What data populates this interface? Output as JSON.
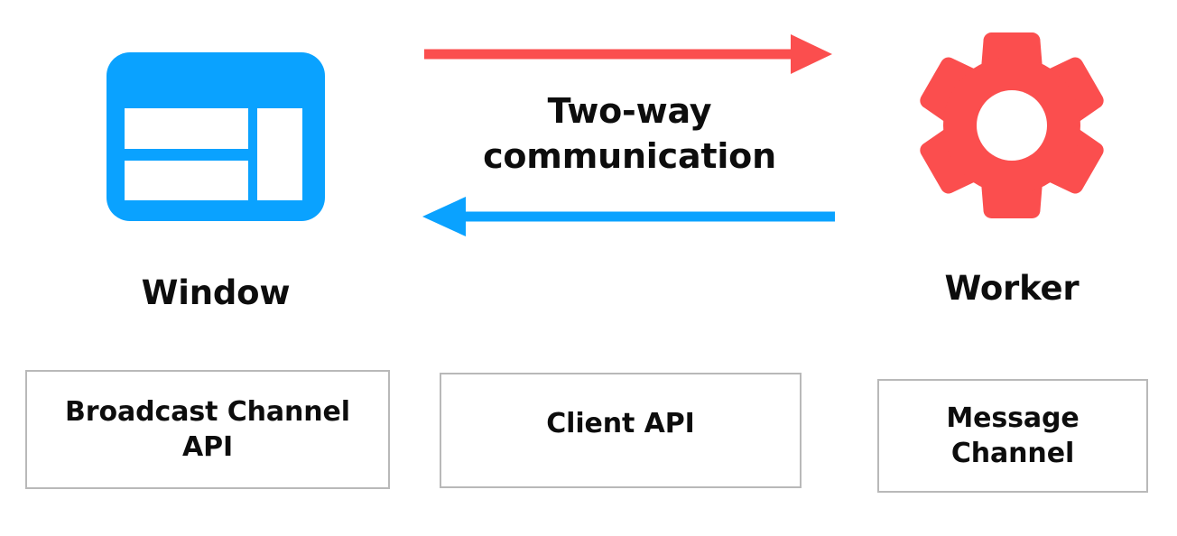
{
  "diagram": {
    "title": "Two-way communication between Window and Worker",
    "colors": {
      "window_blue": "#0AA2FF",
      "worker_red": "#FB4E4E",
      "text_black": "#0D0D0D",
      "box_border_gray": "#B9B9B9",
      "background": "#FFFFFF"
    },
    "nodes": [
      {
        "id": "window",
        "caption": "Window",
        "icon": "browser-window-icon",
        "color": "#0AA2FF"
      },
      {
        "id": "worker",
        "caption": "Worker",
        "icon": "gear-icon",
        "color": "#FB4E4E"
      }
    ],
    "connection": {
      "label_line1": "Two-way",
      "label_line2": "communication",
      "arrows": [
        {
          "id": "window-to-worker",
          "direction": "right",
          "color": "#FB4E4E",
          "from": "window",
          "to": "worker"
        },
        {
          "id": "worker-to-window",
          "direction": "left",
          "color": "#0AA2FF",
          "from": "worker",
          "to": "window"
        }
      ]
    },
    "api_boxes": [
      {
        "id": "broadcast-channel-api",
        "line1": "Broadcast Channel",
        "line2": "API"
      },
      {
        "id": "client-api",
        "line1": "Client API",
        "line2": ""
      },
      {
        "id": "message-channel",
        "line1": "Message",
        "line2": "Channel"
      }
    ]
  }
}
